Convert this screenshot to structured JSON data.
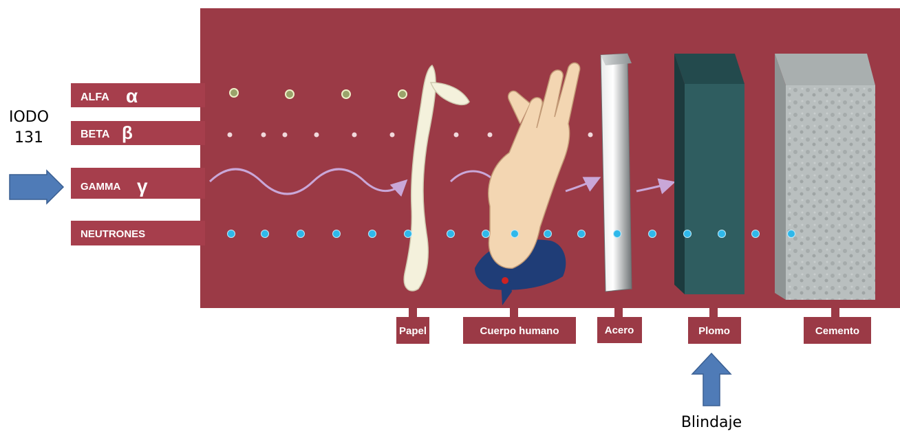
{
  "rays": [
    {
      "label": "ALFA",
      "symbol": "α"
    },
    {
      "label": "BETA",
      "symbol": "β"
    },
    {
      "label": "GAMMA",
      "symbol": "γ"
    },
    {
      "label": "NEUTRONES",
      "symbol": ""
    }
  ],
  "materials": [
    {
      "label": "Papel"
    },
    {
      "label": "Cuerpo humano"
    },
    {
      "label": "Acero"
    },
    {
      "label": "Plomo"
    },
    {
      "label": "Cemento"
    }
  ],
  "source_label": {
    "line1": "IODO",
    "line2": "131"
  },
  "shield_label": "Blindaje",
  "colors": {
    "panel": "#9b3a46",
    "label_box": "#a63e4c",
    "arrow": "#4f7bb7",
    "neutron": "#2fb8ea",
    "beta": "#f1d9dc",
    "alpha": "#9aa36a",
    "gamma_wave": "#c9a7d8",
    "lead": "#2f5d60",
    "steel": "#bfc3c4",
    "concrete": "#b7bdbd"
  }
}
